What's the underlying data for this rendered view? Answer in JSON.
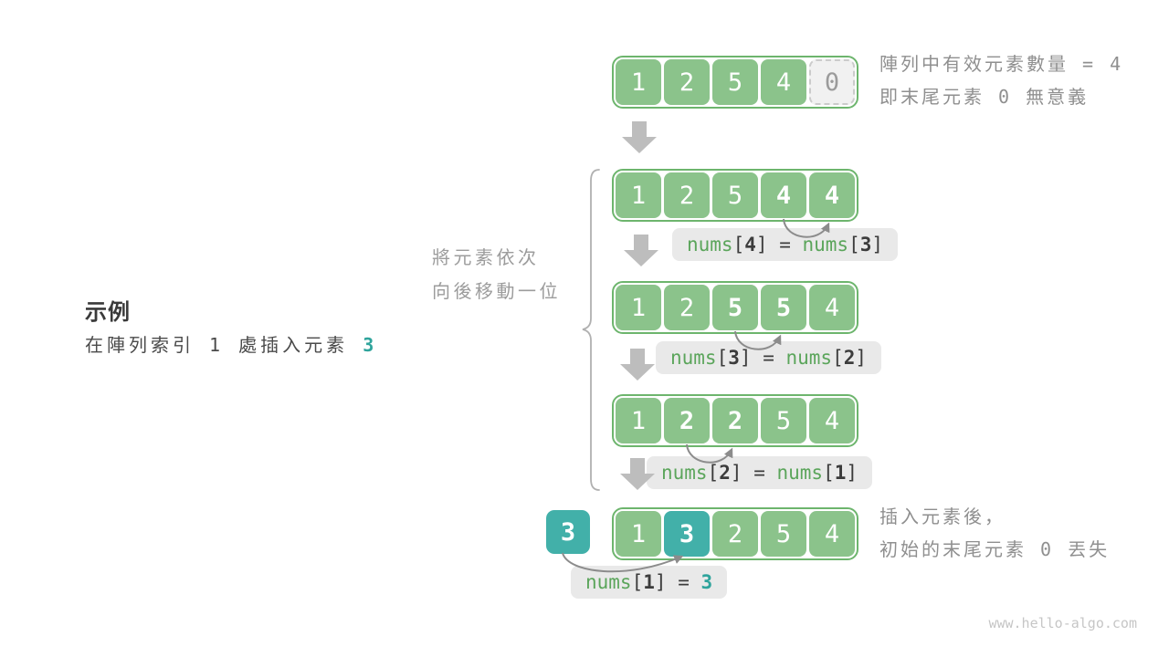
{
  "example": {
    "title": "示例",
    "desc_prefix": "在陣列索引 ",
    "desc_index": "1",
    "desc_mid": " 處插入元素 ",
    "desc_value": "3"
  },
  "shift_note": {
    "line1": "將元素依次",
    "line2": "向後移動一位"
  },
  "note_top": {
    "line1": "陣列中有效元素數量 = 4",
    "line2": "即末尾元素 0 無意義"
  },
  "note_bottom": {
    "line1": "插入元素後，",
    "line2": "初始的末尾元素 0 丟失"
  },
  "watermark": "www.hello-algo.com",
  "insert_value": "3",
  "arrays": [
    {
      "name": "initial",
      "cells": [
        {
          "v": "1"
        },
        {
          "v": "2"
        },
        {
          "v": "5"
        },
        {
          "v": "4"
        },
        {
          "v": "0",
          "ghost": true
        }
      ]
    },
    {
      "name": "shift-4",
      "cells": [
        {
          "v": "1"
        },
        {
          "v": "2"
        },
        {
          "v": "5"
        },
        {
          "v": "4",
          "bold": true
        },
        {
          "v": "4",
          "bold": true
        }
      ]
    },
    {
      "name": "shift-3",
      "cells": [
        {
          "v": "1"
        },
        {
          "v": "2"
        },
        {
          "v": "5",
          "bold": true
        },
        {
          "v": "5",
          "bold": true
        },
        {
          "v": "4"
        }
      ]
    },
    {
      "name": "shift-2",
      "cells": [
        {
          "v": "1"
        },
        {
          "v": "2",
          "bold": true
        },
        {
          "v": "2",
          "bold": true
        },
        {
          "v": "5"
        },
        {
          "v": "4"
        }
      ]
    },
    {
      "name": "inserted",
      "cells": [
        {
          "v": "1"
        },
        {
          "v": "3",
          "teal": true,
          "bold": true
        },
        {
          "v": "2"
        },
        {
          "v": "5"
        },
        {
          "v": "4"
        }
      ]
    }
  ],
  "labels": [
    {
      "parts": [
        {
          "t": "nums",
          "c": "green"
        },
        {
          "t": "[",
          "c": "dark"
        },
        {
          "t": "4",
          "c": "darkb"
        },
        {
          "t": "]",
          "c": "dark"
        },
        {
          "t": " = ",
          "c": "dark"
        },
        {
          "t": "nums",
          "c": "green"
        },
        {
          "t": "[",
          "c": "dark"
        },
        {
          "t": "3",
          "c": "darkb"
        },
        {
          "t": "]",
          "c": "dark"
        }
      ]
    },
    {
      "parts": [
        {
          "t": "nums",
          "c": "green"
        },
        {
          "t": "[",
          "c": "dark"
        },
        {
          "t": "3",
          "c": "darkb"
        },
        {
          "t": "]",
          "c": "dark"
        },
        {
          "t": " = ",
          "c": "dark"
        },
        {
          "t": "nums",
          "c": "green"
        },
        {
          "t": "[",
          "c": "dark"
        },
        {
          "t": "2",
          "c": "darkb"
        },
        {
          "t": "]",
          "c": "dark"
        }
      ]
    },
    {
      "parts": [
        {
          "t": "nums",
          "c": "green"
        },
        {
          "t": "[",
          "c": "dark"
        },
        {
          "t": "2",
          "c": "darkb"
        },
        {
          "t": "]",
          "c": "dark"
        },
        {
          "t": " = ",
          "c": "dark"
        },
        {
          "t": "nums",
          "c": "green"
        },
        {
          "t": "[",
          "c": "dark"
        },
        {
          "t": "1",
          "c": "darkb"
        },
        {
          "t": "]",
          "c": "dark"
        }
      ]
    },
    {
      "parts": [
        {
          "t": "nums",
          "c": "green"
        },
        {
          "t": "[",
          "c": "dark"
        },
        {
          "t": "1",
          "c": "darkb"
        },
        {
          "t": "]",
          "c": "dark"
        },
        {
          "t": " = ",
          "c": "dark"
        },
        {
          "t": "3",
          "c": "tealb"
        }
      ]
    }
  ],
  "colors": {
    "green_cell": "#8bc38b",
    "green_border": "#6db56d",
    "teal": "#42b0a9",
    "teal_text": "#2fa49c",
    "code_green": "#5ba55b",
    "code_dark": "#3c3c3c",
    "label_bg": "#e9e9e9",
    "arrow_gray": "#bdbdbd",
    "arc_gray": "#8c8c8c",
    "ghost_bg": "#f1f1f1",
    "ghost_border": "#cbcbcb",
    "brace_gray": "#b0b0b0"
  }
}
